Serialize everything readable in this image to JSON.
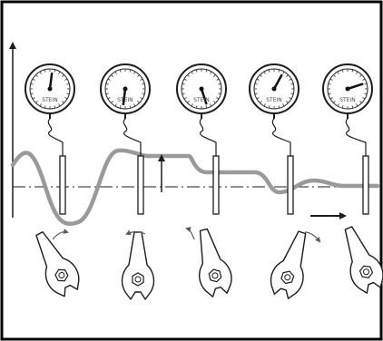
{
  "diagram": {
    "gauges": [
      {
        "id": 1,
        "dial_text": "STEIN",
        "needle_reading": 0.12
      },
      {
        "id": 2,
        "dial_text": "STEIN",
        "needle_reading": 0.62
      },
      {
        "id": 3,
        "dial_text": "STEIN",
        "needle_reading": 0.55
      },
      {
        "id": 4,
        "dial_text": "STEIN",
        "needle_reading": 0.18
      },
      {
        "id": 5,
        "dial_text": "STEIN",
        "needle_reading": 0.3
      }
    ],
    "colors": {
      "ink": "#1c1c1c",
      "wave": "#9a9a9a",
      "frame": "#000000",
      "background": "#ffffff"
    },
    "icons": [
      "vertical-axis-arrow-icon",
      "time-arrow-icon",
      "amplitude-arrow-icon",
      "curved-motion-arrow-icon"
    ]
  }
}
